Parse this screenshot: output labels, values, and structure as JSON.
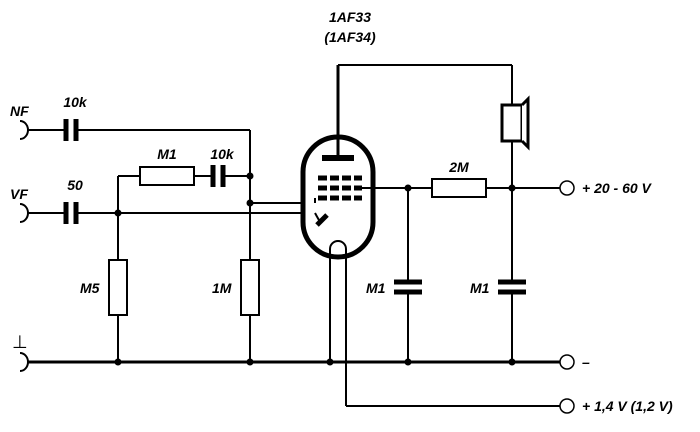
{
  "tube": {
    "type": "1AF33",
    "alt_type": "(1AF34)"
  },
  "inputs": {
    "nf_label": "NF",
    "vf_label": "VF",
    "ground_symbol": "⊥"
  },
  "components": {
    "c_nf": "10k",
    "c_vf": "50",
    "r_feedback": "M1",
    "c_feedback": "10k",
    "r_vf_shunt": "M5",
    "r_grid": "1M",
    "r_screen": "2M",
    "c_screen": "M1",
    "c_supply": "M1"
  },
  "terminals": {
    "anode_supply": "+ 20 - 60 V",
    "negative": "–",
    "filament": "+ 1,4 V (1,2 V)"
  }
}
